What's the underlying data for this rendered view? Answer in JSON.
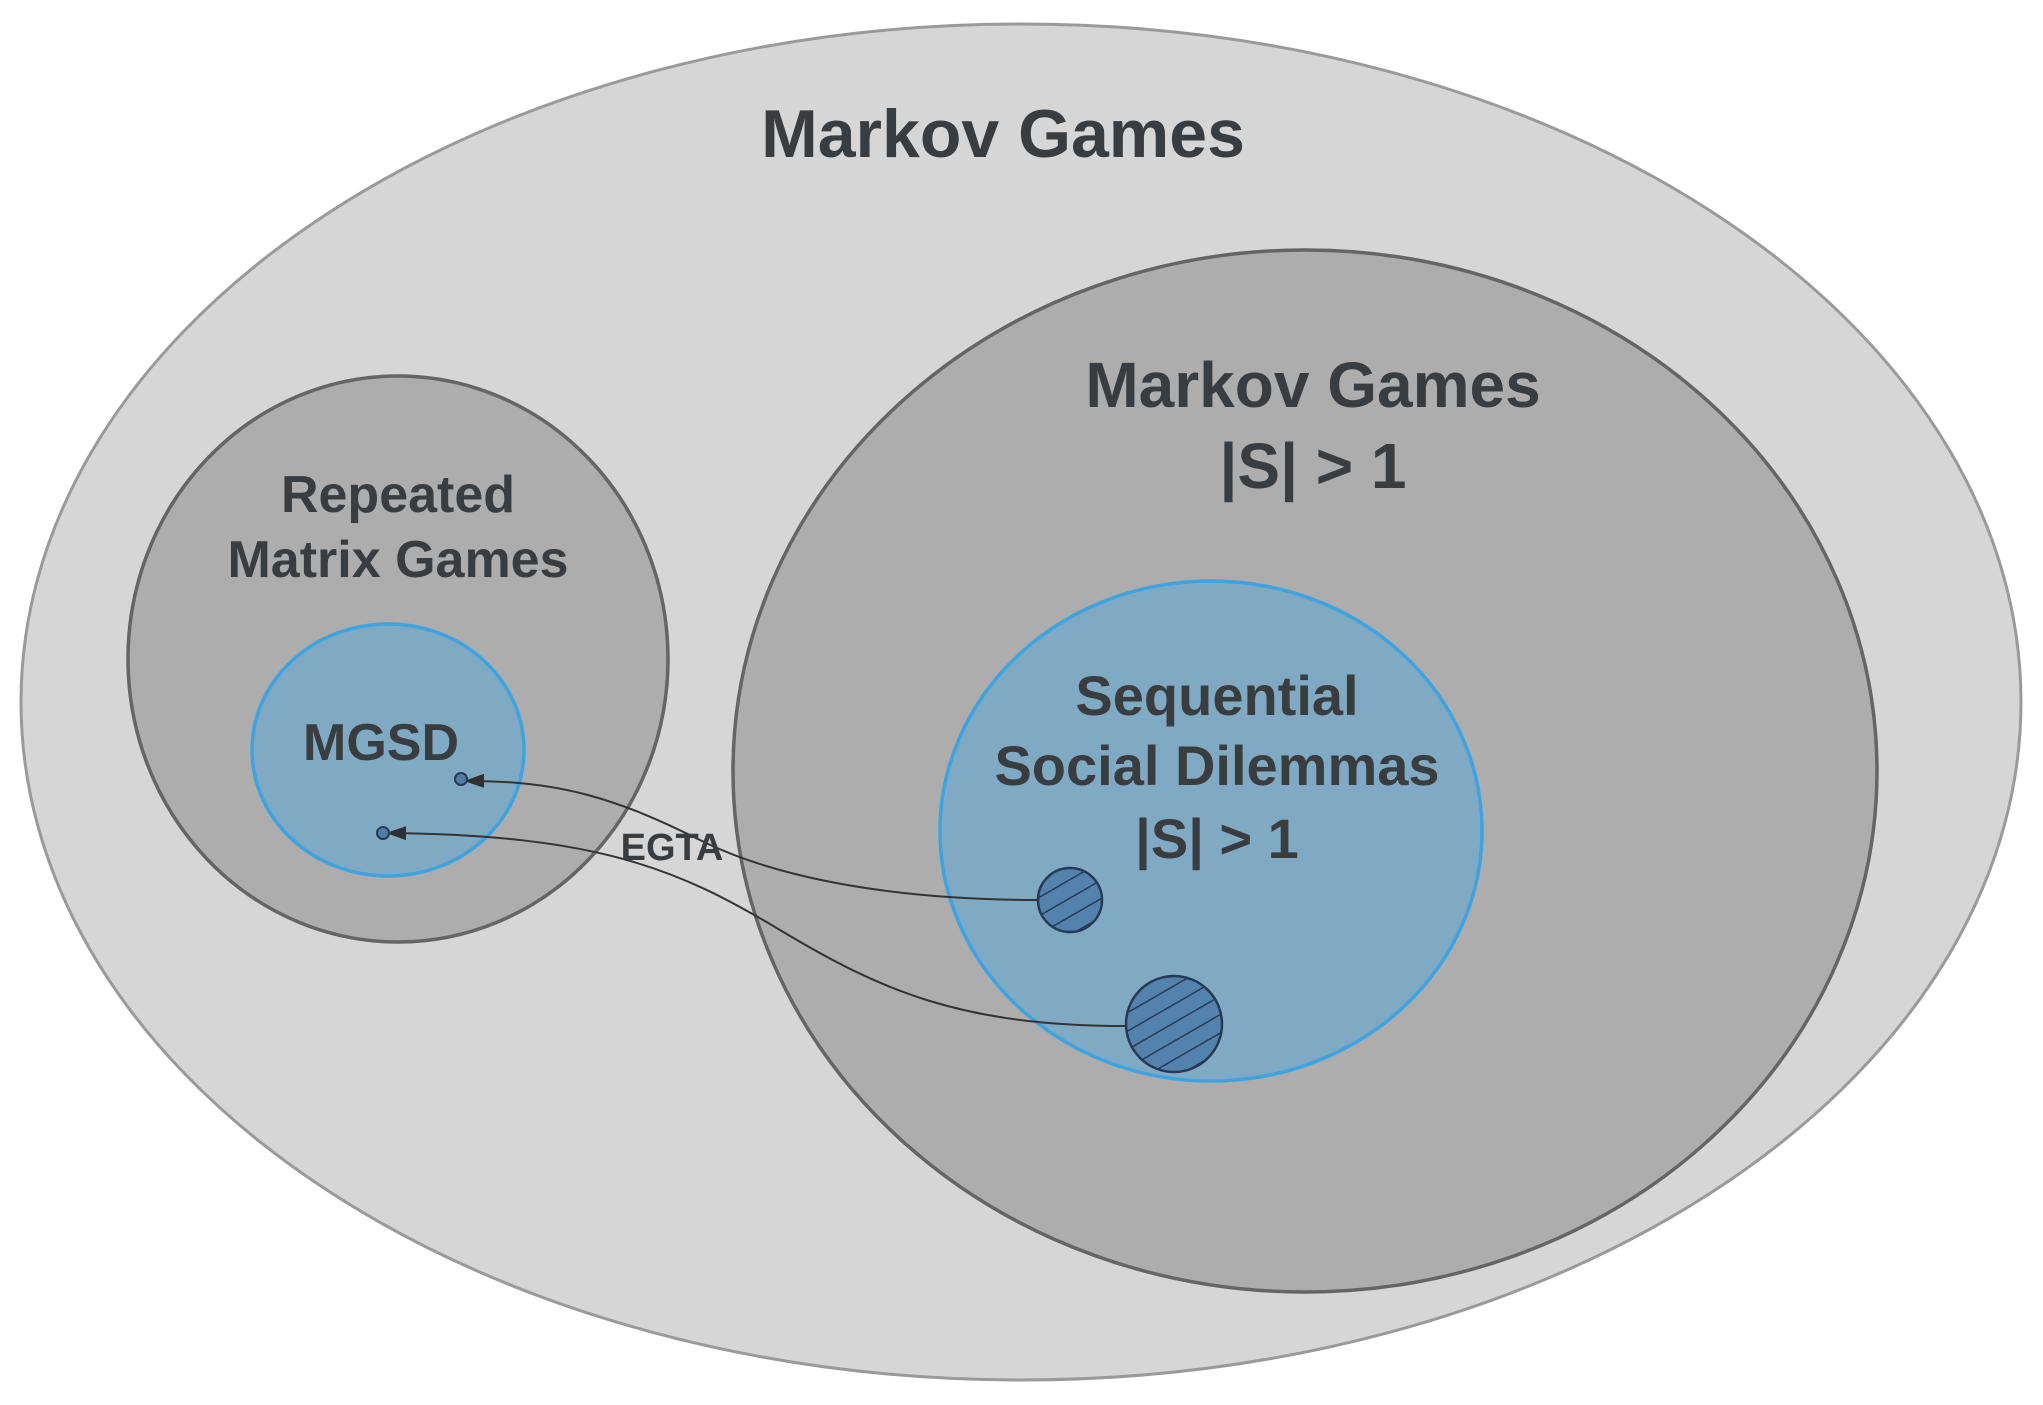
{
  "outer_set": {
    "title": "Markov Games"
  },
  "right_set": {
    "title_line1": "Markov Games",
    "title_line2": "|S| > 1"
  },
  "left_set": {
    "title_line1": "Repeated",
    "title_line2": "Matrix Games"
  },
  "mgsd_set": {
    "title": "MGSD"
  },
  "ssd_set": {
    "title_line1": "Sequential",
    "title_line2": "Social Dilemmas",
    "title_line3": "|S| > 1"
  },
  "mapping": {
    "label": "EGTA"
  },
  "colors": {
    "outer_fill": "#d6d6d6",
    "outer_stroke": "#9a9a9a",
    "inner_fill": "#adadad",
    "inner_stroke": "#656565",
    "blue_fill": "#80aac4",
    "blue_stroke": "#3fa3df",
    "hatch_fill": "#5383ac",
    "hatch_stroke": "#263a55",
    "text": "#3a3d40",
    "arrow": "#333333"
  }
}
